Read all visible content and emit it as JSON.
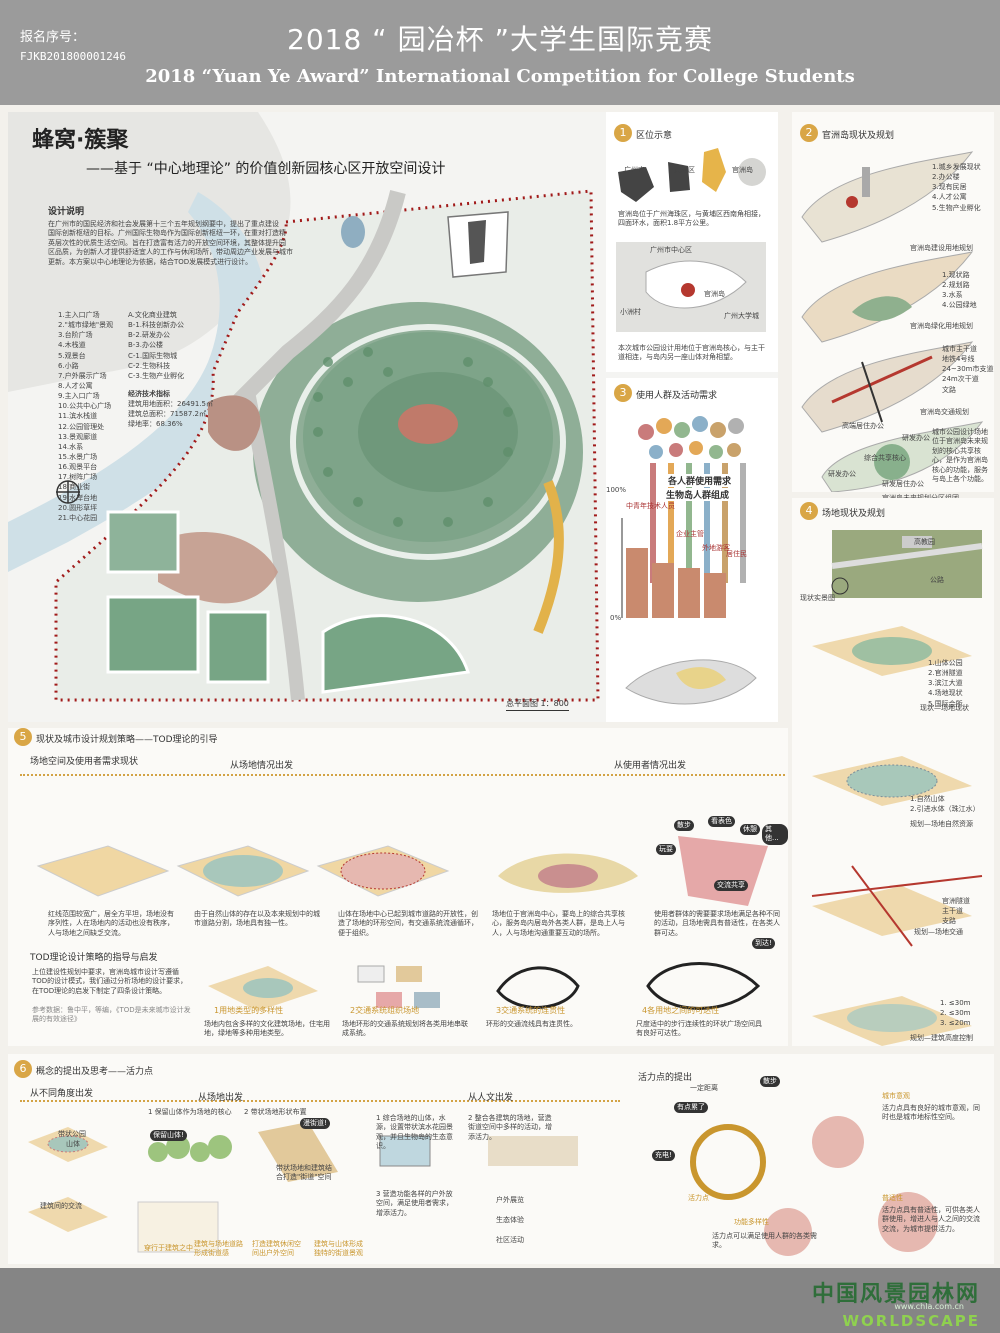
{
  "header": {
    "reg_label": "报名序号：",
    "reg_no": "FJKB201800001246",
    "title_cn": "2018 “ 园冶杯 ”大学生国际竞赛",
    "title_en": "2018 “Yuan Ye Award” International Competition for College Students"
  },
  "project": {
    "title": "蜂窝·簇聚",
    "subtitle": "——基于 “中心地理论” 的价值创新园核心区开放空间设计"
  },
  "design": {
    "heading": "设计说明",
    "lines": [
      "在广州市的国民经济和社会发展第十三个五年规划纲要中，提出了重点建设",
      "国际创新枢纽的目标。广州国际生物岛作为国际创新枢纽一环，在重对打造精",
      "英层次性的优质生活空间。旨在打造富有活力的开放空间环境，其整体提升园",
      "区品质，为创新人才提供舒适宜人的工作与休闲场所，带动周边产业发展与城市",
      "更新。本方案以中心地理论为依据，结合TOD发展模式进行设计。"
    ],
    "legend": [
      "1.主入口广场",
      "2.\"城市绿地\"景观",
      "3.台阶广场",
      "4.木栈道",
      "5.观景台",
      "6.小路",
      "7.户外展示广场",
      "8.人才公寓",
      "9.主入口广场",
      "10.公共中心广场",
      "11.滨水栈道",
      "12.公园管理处",
      "13.景观廊道",
      "14.水系",
      "15.水景广场",
      "16.观景平台",
      "17.树阵广场",
      "18.商业街",
      "19.水岸台地",
      "20.圆形草坪",
      "21.中心花园"
    ],
    "legend2": [
      "A.文化商业建筑",
      "B-1.科技创新办公",
      "B-2.研发办公",
      "B-3.办公楼",
      "C-1.国际生物城",
      "C-2.生物科技",
      "C-3.生物产业孵化"
    ],
    "stats_title": "经济技术指标",
    "stats": [
      "建筑用地面积：26491.5㎡",
      "建筑总面积：71587.2㎡",
      "绿地率：68.36%"
    ],
    "scale_label": "总平面图 1：800"
  },
  "s1": {
    "num": "1",
    "title": "区位示意",
    "text": "官洲岛位于广州海珠区，与黄埔区西南角相接，四面环水，面积1.8平方公里。",
    "caption": "本次城市公园设计用地位于官洲岛核心，与主干道相连，与岛内另一座山体对角相望。",
    "labels": [
      "广州市",
      "黄埔区",
      "官洲岛",
      "广州市中心区",
      "小洲村",
      "广州大学城",
      "官洲岛"
    ]
  },
  "s2": {
    "num": "2",
    "title": "官洲岛现状及规划",
    "legend1": [
      "1.城乡发展现状",
      "2.办公楼",
      "3.现有民居",
      "4.人才公寓",
      "5.生物产业孵化"
    ],
    "cap1": "官洲岛建设用地规划",
    "legend2": [
      "1.现状路",
      "2.规划路",
      "3.水系",
      "4.公园绿地"
    ],
    "cap2": "官洲岛绿化用地规划",
    "legend3": [
      "城市主干道",
      "地铁4号线",
      "24~30m市支道",
      "24m次干道",
      "文路"
    ],
    "cap3": "官洲岛交通规划",
    "zones": [
      "高端居住办公",
      "研发办公",
      "综合共享核心",
      "研发办公",
      "研发居住办公"
    ],
    "cap4": "城市公园设计场地位于官洲岛未来规划的核心共享核心，是作为官洲岛核心的功能，服务与岛上各个功能。",
    "cap5": "官洲岛未来规划分区组团"
  },
  "s3": {
    "num": "3",
    "title": "使用人群及活动需求",
    "center": "各人群使用需求",
    "sub": "生物岛人群组成",
    "y_top": "100%",
    "y_bot": "0%",
    "groups": [
      "中青年技术人员",
      "企业主管",
      "外地游客",
      "居住民"
    ]
  },
  "s4": {
    "num": "4",
    "title": "场地现状及规划",
    "cap1": "现状实景图",
    "labels": [
      "高教园",
      "公路"
    ],
    "list1": [
      "1.山体公园",
      "2.官洲隧道",
      "3.滨江大道",
      "4.场地现状",
      "5.国际会所"
    ],
    "cap2": "现状—场地现状",
    "list2": [
      "1.自然山体",
      "2.引进水体（珠江水）"
    ],
    "cap3": "规划—场地自然资源",
    "list3": [
      "官洲隧道",
      "主干道",
      "支路"
    ],
    "cap4": "规划—场地交通",
    "list4": [
      "1. ≤30m",
      "2. ≤30m",
      "3. ≤20m"
    ],
    "cap5": "规划—建筑高度控制"
  },
  "s5": {
    "num": "5",
    "title": "现状及城市设计规划策略——TOD理论的引导",
    "sub1": "场地空间及使用者需求现状",
    "from_site": "从场地情况出发",
    "from_user": "从使用者情况出发",
    "cap_a": "红线范围较宽广，居全方平坦，场地没有序列性，人在场地内的活动也没有秩序，人与场地之间缺乏交流。",
    "cap_b": "由于自然山体的存在以及本来规划中的城市道路分割，场地具有独一性。",
    "cap_c": "山体在场地中心已起到城市道路的开放性，创造了场地的环形空间，有交通系统流通循环，便于组织。",
    "cap_d": "场地位于官洲岛中心，要岛上的综合共享核心，服务岛内居岛外各类人群，是岛上人与人，人与场地沟通重要互动的场所。",
    "cap_e": "使用者群体的需要要求场地满足各种不同的活动，且场地需具有普适性，在各类人群可达。",
    "bubbles": [
      "散步",
      "看表色",
      "休憩",
      "其他...",
      "玩耍",
      "交流共享",
      "到达!"
    ],
    "sub2": "TOD理论设计策略的指导与启发",
    "tod_text": "上位建设性规划中要求，官洲岛城市设计写遵循TOD的设计模式，我们通过分析场地的设计要求，在TOD理论的启发下制定了四条设计策略。",
    "tod_note": "参考数据：鲁中平，等编，《TOD是未来城市设计发展的有效途径》",
    "s1t": "1用地类型的多样性",
    "s1c": "场地内包含多样的文化建筑场地，住宅用地，绿地等多种用地类型。",
    "s2t": "2交通系统组织场地",
    "s2c": "场地环形的交通系统规划将各类用地串联成系统。",
    "s3t": "3交通系统的连贯性",
    "s3c": "环形的交通流线具有连贯性。",
    "s4t": "4各用地之间的可达性",
    "s4c": "尺度适中的步行连续性的环状广场空间具有良好可达性。"
  },
  "s6": {
    "num": "6",
    "title": "概念的提出及思考——活力点",
    "sub1": "从不同角度出发",
    "from_site": "从场地出发",
    "from_human": "从人文出发",
    "shan": "山体",
    "dai": "带状公园",
    "jianzhu": "建筑间的交流",
    "t1": "1 保留山体作为场地的核心",
    "t2": "2 带状场地形状布置",
    "t2b": "带状场地和建筑结合打造\"街道\"空间",
    "cap_l1": "穿行于建筑之中",
    "cap_l2": "建筑与场地道路形成街道感",
    "cap_l3": "打造建筑休闲空间出户外空间",
    "cap_l4": "建筑与山体形成独特的街道景观",
    "bubble_l": "保留山体!",
    "bubble_r": "漫街道!",
    "h1": "1 综合场地的山体，水源，设置带状滨水花园景观，并且生物岛的生态意识。",
    "h2": "2 整合各建筑的场地，营造街道空间中多样的活动，增添活力。",
    "h3": "3 营造功能各样的户外放空间，满足使用者需求，增添活力。",
    "tags": [
      "户外展览",
      "生态体验",
      "社区活动"
    ],
    "sub2": "活力点的提出",
    "b_yiding": "一定距离",
    "b_sanbu": "散步",
    "b_dao": "有点累了",
    "b_chong": "充电!",
    "cap_huo": "活力点",
    "cap_gn": "功能多样性",
    "cap_gn2": "活力点可以满足使用人群的各类需求。",
    "cap_cs": "城市意观",
    "cap_cs2": "活力点具有良好的城市意观，同时也是城市地标性空间。",
    "cap_px": "普适性",
    "cap_px2": "活力点具有普适性，可供各类人群使用，增进人与人之间的交流交流，为城市提供活力。"
  },
  "footer": {
    "wm_cn": "中国风景园林网",
    "wm_url": "www.chla.com.cn",
    "wm_en": "WORLDSCAPE"
  }
}
